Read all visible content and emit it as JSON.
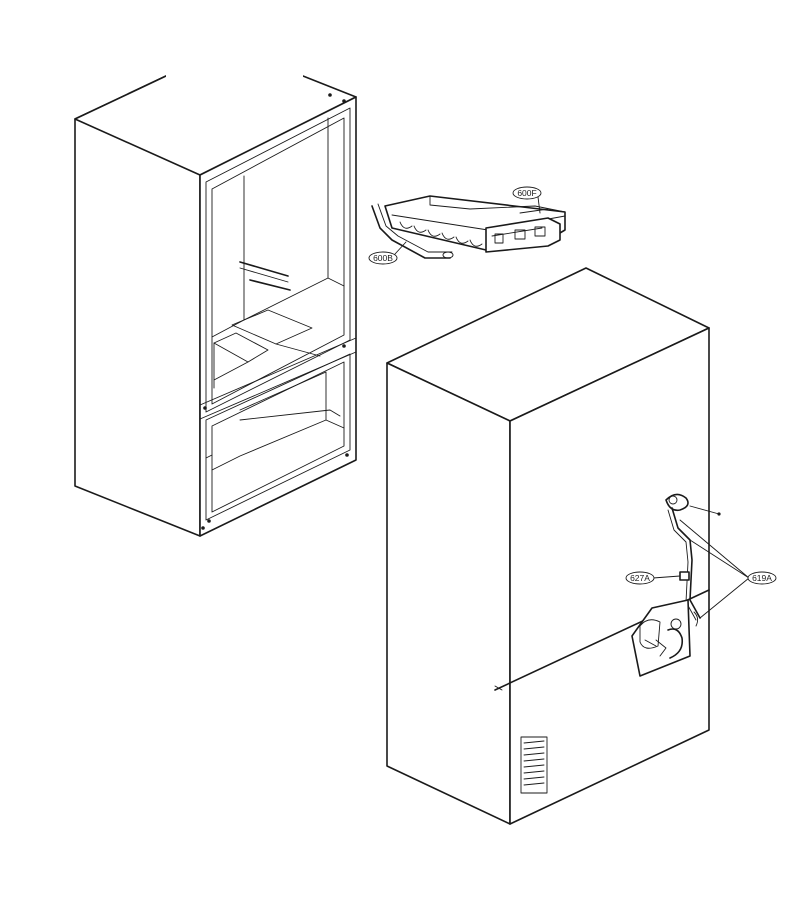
{
  "callouts": {
    "c600f": "600F",
    "c600b": "600B",
    "c627a": "627A",
    "c619a": "619A"
  },
  "colors": {
    "line": "#1a1a1a",
    "background": "#ffffff"
  }
}
